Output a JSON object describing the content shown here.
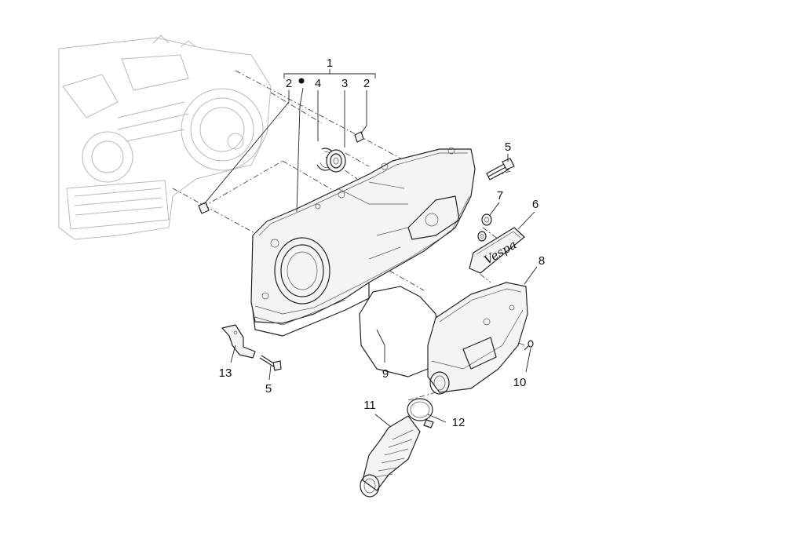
{
  "callouts": {
    "c1": "1",
    "c2a": "2",
    "c2b": "2",
    "c3": "3",
    "c4": "4",
    "c5a": "5",
    "c5b": "5",
    "c6": "6",
    "c7": "7",
    "c8": "8",
    "c9": "9",
    "c10": "10",
    "c11": "11",
    "c12": "12",
    "c13": "13"
  },
  "logo_text": "Vespa"
}
